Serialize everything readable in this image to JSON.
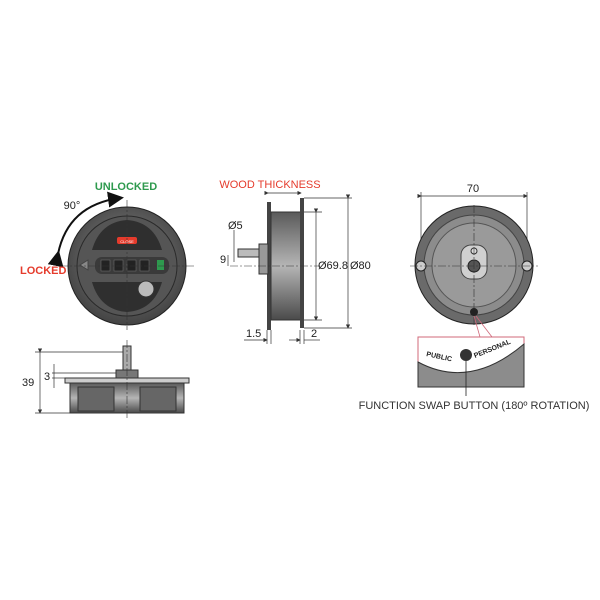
{
  "front_view": {
    "unlocked_label": "UNLOCKED",
    "locked_label": "LOCKED",
    "angle_label": "90°",
    "indicator_text": "CLOSE",
    "unlocked_color": "#2e9a4e",
    "locked_color": "#e53b2c"
  },
  "bottom_side_view": {
    "height_label": "39",
    "offset_label": "3"
  },
  "middle_side_view": {
    "wood_thickness_label": "WOOD THICKNESS",
    "shaft_dia_label": "Ø5",
    "shaft_offset_label": "9",
    "inner_dia_label": "Ø69.8",
    "outer_dia_label": "Ø80",
    "left_thickness_label": "1.5",
    "right_thickness_label": "2",
    "wood_color": "#e53b2c"
  },
  "rear_view": {
    "width_label": "70",
    "public_label": "PUBLIC",
    "personal_label": "PERSONAL",
    "caption": "FUNCTION SWAP BUTTON (180º ROTATION)",
    "inset_border_color": "#d0687a"
  }
}
